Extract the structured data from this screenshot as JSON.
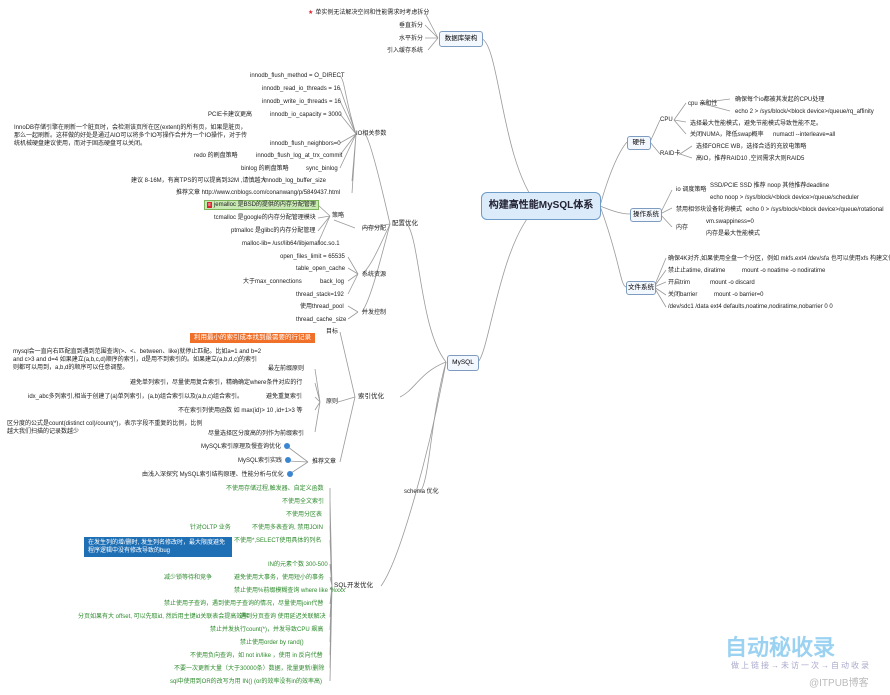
{
  "center": "构建高性能MySQL体系",
  "branches": {
    "db_arch": "数据库架构",
    "mysql": "MySQL",
    "hardware": "硬件",
    "cpu": "CPU",
    "raid": "RAID卡",
    "os": "操作系统",
    "fs": "文件系统",
    "config": "配置优化",
    "io": "IO相关参数",
    "mem": "内存分配",
    "sys": "系统资源",
    "conc": "并发控制",
    "index": "索引优化",
    "schema": "schema 优化",
    "sqldev": "SQL开发优化"
  },
  "db_arch_items": [
    "单实例无法解决空间和性能需求时考虑拆分",
    "垂直拆分",
    "水平拆分",
    "引入缓存系统"
  ],
  "cpu_items": {
    "affinity_label": "cpu 亲和性",
    "affinity_1": "确保每个io都被其发起的CPU处理",
    "affinity_2": "echo 2 > /sys/block/<block device>/queue/rq_affinity",
    "perf_mode": "选择最大性能模式，避免节能模式导致性能不足。",
    "numa": "关闭NUMA，降低swap概率",
    "numa_cmd": "numactl --interleave=all"
  },
  "raid_items": [
    "选择FORCE WB，选择合适的充放电策略",
    "高IO，推荐RAID10 ,空间需求大则RAID5"
  ],
  "os_items": {
    "io_sched": "io 调度策略",
    "ssd": "SSD/PCIE SSD 推荐 noop  其他推荐deadline",
    "noop_cmd": "echo noop > /sys/block/<block device>/queue/scheduler",
    "io_merge": "禁用相邻块设备轮询模式",
    "rotational": "echo 0 > /sys/block/<block device>/queue/rotational",
    "memory": "内存",
    "swappiness": "vm.swappiness=0",
    "max_mem": "内存是最大性能模式"
  },
  "fs_items": [
    "确保4K对齐,如果使用全盘一个分区，例如 mkfs.ext4 /dev/sfa 也可以使用xfs 构建文件系统",
    "禁止止atime, diratime",
    "mount -o noatime -o nodiratime",
    "开启trim",
    "mount -o discard",
    "关闭barrier",
    "mount -o barrier=0",
    "/dev/sdc1 /data ext4 defaults,noatime,nodiratime,nobarrier 0 0"
  ],
  "io_items": [
    "innodb_flush_method = O_DIRECT",
    "innodb_read_io_threads = 16",
    "innodb_write_io_threads = 16",
    "PCIE卡建议更高",
    "innodb_io_capacity = 3000",
    "InnoDB存储引擎在刷新一个脏页时，会检测该页所在区(extent)的所有页，如果是脏页，那么一起刷新。这样做的好处是通过AIO可以将多个IO写操作合并为一个IO操作，对于传统机械硬盘建议使用，而对于固态硬盘可以关闭。",
    "innodb_flush_neighbors=0",
    "redo 的刷盘策略",
    "innodb_flush_log_at_trx_commit",
    "binlog 的刷盘策略",
    "sync_binlog",
    "建议 8-16M，有高TPS的可以提高到32M ,请慎越大",
    "innodb_log_buffer_size",
    "推荐文章 http://www.cnblogs.com/conanwang/p/5849437.html"
  ],
  "mem_items": [
    "jemalloc 是BSD的提供的内存分配管理",
    "tcmalloc 是google的内存分配管理模块",
    "ptmalloc 是glibc的内存分配管理",
    "malloc-lib= /usr/lib64/libjemalloc.so.1"
  ],
  "sys_items": [
    "open_files_limit = 65535",
    "table_open_cache",
    "大于max_connections",
    "back_log",
    "thread_stack=192"
  ],
  "conc_items": [
    "使用thread_pool",
    "thread_cache_size"
  ],
  "index_items": {
    "goal": "目标",
    "goal_text": "利用最小的索引成本找到最需要的行记录",
    "principle": "原则",
    "leftmost": "最左前缀原则",
    "leftmost_text": "mysql会一直向右匹配直到遇到范围查询(>、<、between、like)就停止匹配。比如a=1 and b=2 and c>3 and d=4 如果建立(a,b,c,d)顺序的索引，d是用不到索引的。如果建立(a,b,d,c)的索引则都可以用到，a,b,d的顺序可以任意调整。",
    "single": "避免单列索引，尽量使用复合索引，精确确定where条件对应的行",
    "dup": "避免重复索引",
    "dup_text": "idx_abc多列索引,相当于创建了(a)单列索引，(a,b)组合索引以及(a,b,c)组合索引。",
    "len": "不在索引列使用函数 如 max(id)> 10 ,id+1>3 等",
    "select": "尽量选择区分度高的列作为前缀索引",
    "select_text": "区分度的公式是count(distinct col)/count(*)，表示字段不重复的比例，比例越大我们扫描的记录数越少",
    "articles": "推荐文章",
    "art1": "MySQL索引原理及慢查询优化",
    "art2": "MySQL索引实践",
    "art3": "由浅入深探究 MySQL索引结构原理、性能分析与优化"
  },
  "sql_items": [
    "不使用存储过程,触发器、自定义函数",
    "不使用全文索引",
    "不使用分区表",
    "针对OLTP 业务",
    "不使用多表查询, 禁用JOIN",
    "不使用*,SELECT使用具体的列名",
    "在发生列的增/删时, 发生列名修改时，最大限度避免程序逻辑中没有修改导致的bug",
    "IN的元素个数 300-500",
    "减少锁等待和竞争",
    "避免使用大事务，使用短小的事务",
    "禁止使用%前缀模糊查询 where like '%xxx'",
    "禁止使用子查询，遇到使用子查询的情况，尽量使用join代替",
    "分页如果有大 offset, 可以先取id, 然后用主键id关联表会提高效率",
    "遇到分页查询 使用延迟关联解决",
    "禁止并发执行count(*)，并发导致CPU 飙高",
    "禁止使用order by rand()",
    "不使用负向查询，如 not in/like ，使用 in 反向代替",
    "不要一次更新大量（大于30000条）数据，批量更新/删除",
    "sql中使用到OR的改写为用 IN() (or的效率没有in的效率高)"
  ],
  "watermark": {
    "main": "自动秘收录",
    "sub": "做上链接→未访一次→自动收录",
    "foot": "@ITPUB博客"
  },
  "colors": {
    "edge": "#9a9a9a",
    "center_fill": "#dcebf9",
    "orange": "#f0702a",
    "blue": "#1f6fb5",
    "green": "#2e8b2e"
  }
}
